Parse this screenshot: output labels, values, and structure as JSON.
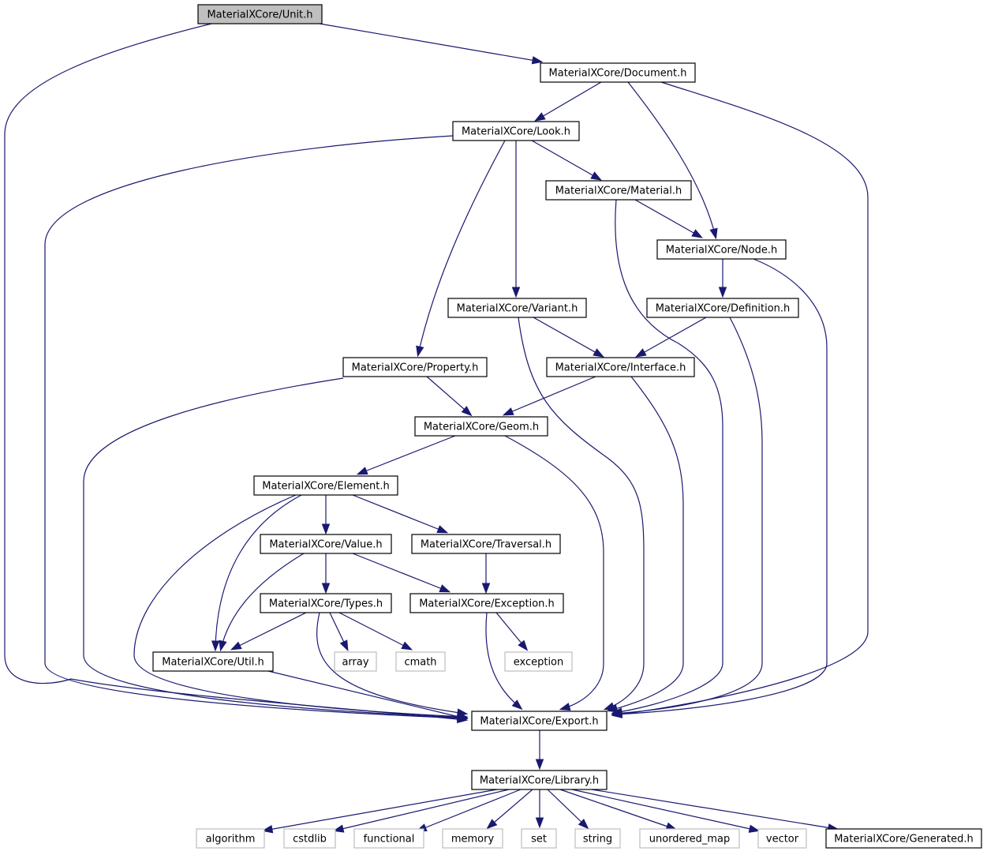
{
  "graph": {
    "title": "Include dependency graph for MaterialXCore/Unit.h",
    "colors": {
      "edge": "#191970",
      "root_fill": "#bfbfbf",
      "node_border": "#000000",
      "external_border": "#bfbfbf"
    },
    "nodes": [
      {
        "id": "unit",
        "label": "MaterialXCore/Unit.h",
        "kind": "root"
      },
      {
        "id": "document",
        "label": "MaterialXCore/Document.h",
        "kind": "header"
      },
      {
        "id": "look",
        "label": "MaterialXCore/Look.h",
        "kind": "header"
      },
      {
        "id": "material",
        "label": "MaterialXCore/Material.h",
        "kind": "header"
      },
      {
        "id": "node",
        "label": "MaterialXCore/Node.h",
        "kind": "header"
      },
      {
        "id": "variant",
        "label": "MaterialXCore/Variant.h",
        "kind": "header"
      },
      {
        "id": "definition",
        "label": "MaterialXCore/Definition.h",
        "kind": "header"
      },
      {
        "id": "property",
        "label": "MaterialXCore/Property.h",
        "kind": "header"
      },
      {
        "id": "interface",
        "label": "MaterialXCore/Interface.h",
        "kind": "header"
      },
      {
        "id": "geom",
        "label": "MaterialXCore/Geom.h",
        "kind": "header"
      },
      {
        "id": "element",
        "label": "MaterialXCore/Element.h",
        "kind": "header"
      },
      {
        "id": "value",
        "label": "MaterialXCore/Value.h",
        "kind": "header"
      },
      {
        "id": "traversal",
        "label": "MaterialXCore/Traversal.h",
        "kind": "header"
      },
      {
        "id": "types",
        "label": "MaterialXCore/Types.h",
        "kind": "header"
      },
      {
        "id": "exception_h",
        "label": "MaterialXCore/Exception.h",
        "kind": "header"
      },
      {
        "id": "util",
        "label": "MaterialXCore/Util.h",
        "kind": "header"
      },
      {
        "id": "array",
        "label": "array",
        "kind": "external"
      },
      {
        "id": "cmath",
        "label": "cmath",
        "kind": "external"
      },
      {
        "id": "exception",
        "label": "exception",
        "kind": "external"
      },
      {
        "id": "export",
        "label": "MaterialXCore/Export.h",
        "kind": "header"
      },
      {
        "id": "library",
        "label": "MaterialXCore/Library.h",
        "kind": "header"
      },
      {
        "id": "algorithm",
        "label": "algorithm",
        "kind": "external"
      },
      {
        "id": "cstdlib",
        "label": "cstdlib",
        "kind": "external"
      },
      {
        "id": "functional",
        "label": "functional",
        "kind": "external"
      },
      {
        "id": "memory",
        "label": "memory",
        "kind": "external"
      },
      {
        "id": "set",
        "label": "set",
        "kind": "external"
      },
      {
        "id": "string",
        "label": "string",
        "kind": "external"
      },
      {
        "id": "unordered_map",
        "label": "unordered_map",
        "kind": "external"
      },
      {
        "id": "vector",
        "label": "vector",
        "kind": "external"
      },
      {
        "id": "generated",
        "label": "MaterialXCore/Generated.h",
        "kind": "header"
      }
    ],
    "edges": [
      [
        "unit",
        "document"
      ],
      [
        "unit",
        "export"
      ],
      [
        "document",
        "look"
      ],
      [
        "document",
        "node"
      ],
      [
        "document",
        "export"
      ],
      [
        "look",
        "material"
      ],
      [
        "look",
        "variant"
      ],
      [
        "look",
        "property"
      ],
      [
        "look",
        "export"
      ],
      [
        "material",
        "node"
      ],
      [
        "material",
        "export"
      ],
      [
        "node",
        "definition"
      ],
      [
        "node",
        "export"
      ],
      [
        "definition",
        "interface"
      ],
      [
        "definition",
        "export"
      ],
      [
        "variant",
        "interface"
      ],
      [
        "variant",
        "export"
      ],
      [
        "property",
        "geom"
      ],
      [
        "property",
        "export"
      ],
      [
        "interface",
        "geom"
      ],
      [
        "interface",
        "export"
      ],
      [
        "geom",
        "element"
      ],
      [
        "geom",
        "export"
      ],
      [
        "element",
        "value"
      ],
      [
        "element",
        "traversal"
      ],
      [
        "element",
        "util"
      ],
      [
        "element",
        "export"
      ],
      [
        "value",
        "types"
      ],
      [
        "value",
        "exception_h"
      ],
      [
        "value",
        "util"
      ],
      [
        "traversal",
        "exception_h"
      ],
      [
        "types",
        "util"
      ],
      [
        "types",
        "array"
      ],
      [
        "types",
        "cmath"
      ],
      [
        "types",
        "export"
      ],
      [
        "exception_h",
        "exception"
      ],
      [
        "exception_h",
        "export"
      ],
      [
        "util",
        "export"
      ],
      [
        "export",
        "library"
      ],
      [
        "library",
        "algorithm"
      ],
      [
        "library",
        "cstdlib"
      ],
      [
        "library",
        "functional"
      ],
      [
        "library",
        "memory"
      ],
      [
        "library",
        "set"
      ],
      [
        "library",
        "string"
      ],
      [
        "library",
        "unordered_map"
      ],
      [
        "library",
        "vector"
      ],
      [
        "library",
        "generated"
      ]
    ]
  }
}
